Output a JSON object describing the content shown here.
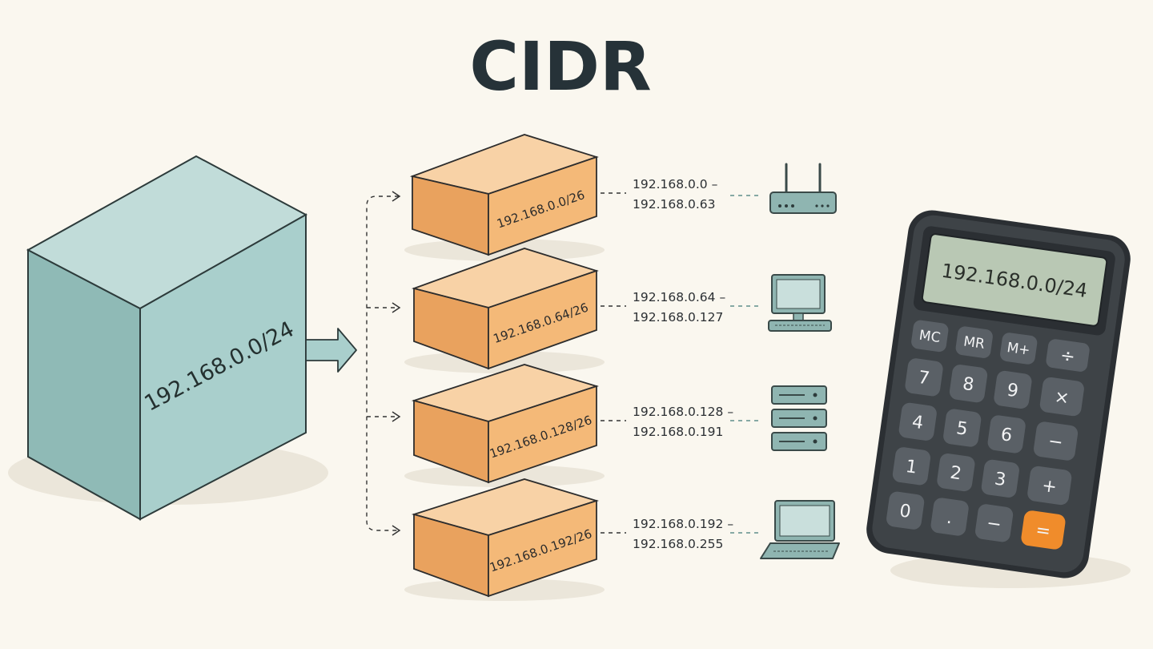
{
  "title": "CIDR",
  "network": {
    "label": "192.168.0.0/24"
  },
  "subnets": [
    {
      "label": "192.168.0.0/26",
      "range_start": "192.168.0.0 –",
      "range_end": "192.168.0.63",
      "device": "router-icon"
    },
    {
      "label": "192.168.0.64/26",
      "range_start": "192.168.0.64 –",
      "range_end": "192.168.0.127",
      "device": "desktop-computer-icon"
    },
    {
      "label": "192.168.0.128/26",
      "range_start": "192.168.0.128 –",
      "range_end": "192.168.0.191",
      "device": "server-rack-icon"
    },
    {
      "label": "192.168.0.192/26",
      "range_start": "192.168.0.192 –",
      "range_end": "192.168.0.255",
      "device": "laptop-icon"
    }
  ],
  "calculator": {
    "display": "192.168.0.0/24",
    "keys": {
      "mc": "MC",
      "mr": "MR",
      "mplus": "M+",
      "div": "÷",
      "k7": "7",
      "k8": "8",
      "k9": "9",
      "mul": "×",
      "k4": "4",
      "k5": "5",
      "k6": "6",
      "sub": "−",
      "k1": "1",
      "k2": "2",
      "k3": "3",
      "add": "+",
      "k0": "0",
      "dot": ".",
      "neg": "−",
      "eq": "="
    }
  },
  "colors": {
    "background": "#faf7ef",
    "network_block": "#a9cfcc",
    "subnet_block": "#f4b978",
    "calculator_body": "#3e4347",
    "calculator_display": "#b9c8b4",
    "equals_key": "#f08c2b",
    "device": "#8fb5b1"
  }
}
